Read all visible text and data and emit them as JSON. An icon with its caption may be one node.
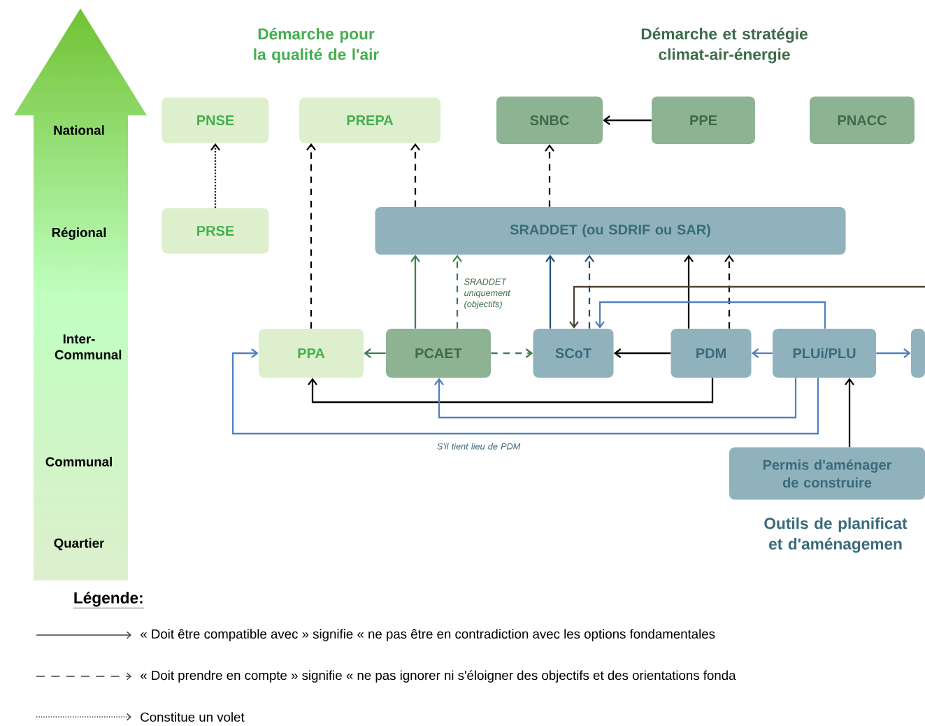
{
  "diagram": {
    "nodes": [
      {
        "text": [
          "PNSE"
        ]
      },
      {
        "text": [
          "PREPA"
        ]
      },
      {
        "text": [
          "SNBC"
        ]
      },
      {
        "text": [
          "PPE"
        ]
      },
      {
        "text": [
          "PNACC"
        ]
      },
      {
        "text": [
          "PRSE"
        ]
      },
      {
        "text": [
          "SRADDET (ou SDRIF ou SAR)"
        ]
      },
      {
        "text": [
          "PPA"
        ]
      },
      {
        "text": [
          "PCAET"
        ]
      },
      {
        "text": [
          "SCoT"
        ]
      },
      {
        "text": [
          "PDM"
        ]
      },
      {
        "text": [
          "PLUi/PLU"
        ]
      },
      {
        "text": [],
        "shape": "box"
      },
      {
        "text": [
          "Permis d'aménager de construire"
        ]
      }
    ],
    "edges": [
      {
        "from": 5,
        "to": 0,
        "arrow": "to",
        "style": "dashed"
      },
      {
        "from": 7,
        "to": 1,
        "arrow": "to",
        "style": "dashed"
      },
      {
        "from": 6,
        "to": 1,
        "arrow": "to",
        "style": "dashed"
      },
      {
        "from": 6,
        "to": 2,
        "arrow": "to",
        "style": "dashed"
      },
      {
        "from": 3,
        "to": 2,
        "arrow": "to"
      },
      {
        "from": 8,
        "to": 6,
        "arrow": "to",
        "color": "#3f7d4c"
      },
      {
        "from": 8,
        "to": 6,
        "arrow": "to",
        "style": "dashed",
        "color": "#3f7d4c",
        "label": "SRADDET uniquement (objectifs)"
      },
      {
        "from": 9,
        "to": 6,
        "arrow": "to",
        "color": "#1f4e6e"
      },
      {
        "from": 9,
        "to": 6,
        "arrow": "to",
        "style": "dashed",
        "color": "#1f4e6e"
      },
      {
        "from": 10,
        "to": 6,
        "arrow": "to"
      },
      {
        "from": 10,
        "to": 6,
        "arrow": "to",
        "style": "dashed"
      },
      {
        "from": null,
        "to": 9,
        "arrow": "to",
        "color": "#4d4036"
      },
      {
        "from": 11,
        "to": 9,
        "arrow": "to",
        "color": "#4f81bd"
      },
      {
        "from": 8,
        "to": 7,
        "arrow": "to",
        "color": "#3f7d4c"
      },
      {
        "from": 8,
        "to": 9,
        "arrow": "to",
        "style": "dashed",
        "color": "#3f7d4c"
      },
      {
        "from": 10,
        "to": 9,
        "arrow": "to"
      },
      {
        "from": 11,
        "to": 10,
        "arrow": "to",
        "color": "#4f81bd"
      },
      {
        "from": 11,
        "to": 12,
        "arrow": "to",
        "color": "#4f81bd"
      },
      {
        "from": 10,
        "to": 7,
        "arrow": "to"
      },
      {
        "from": 11,
        "to": 8,
        "arrow": "to",
        "color": "#4f81bd"
      },
      {
        "from": 11,
        "to": 7,
        "arrow": "to",
        "color": "#4f81bd",
        "label": "S'il tient lieu de PDM"
      },
      {
        "from": 13,
        "to": 11,
        "arrow": "to"
      }
    ],
    "labels": [
      "Démarche pour la qualité de l'air",
      "Démarche et stratégie climat-air-énergie",
      "National",
      "Régional",
      "Inter-Communal",
      "Communal",
      "Quartier",
      "Outils de planificat et d'aménagemen",
      "Légende:"
    ],
    "legend": [
      {
        "text": "« Doit être compatible avec » signifie « ne pas être en contradiction avec les options fondamentales"
      },
      {
        "text": "« Doit prendre en compte » signifie « ne pas ignorer ni s'éloigner des objectifs et des orientations fonda"
      },
      {
        "text": "Constitue un volet"
      }
    ]
  }
}
